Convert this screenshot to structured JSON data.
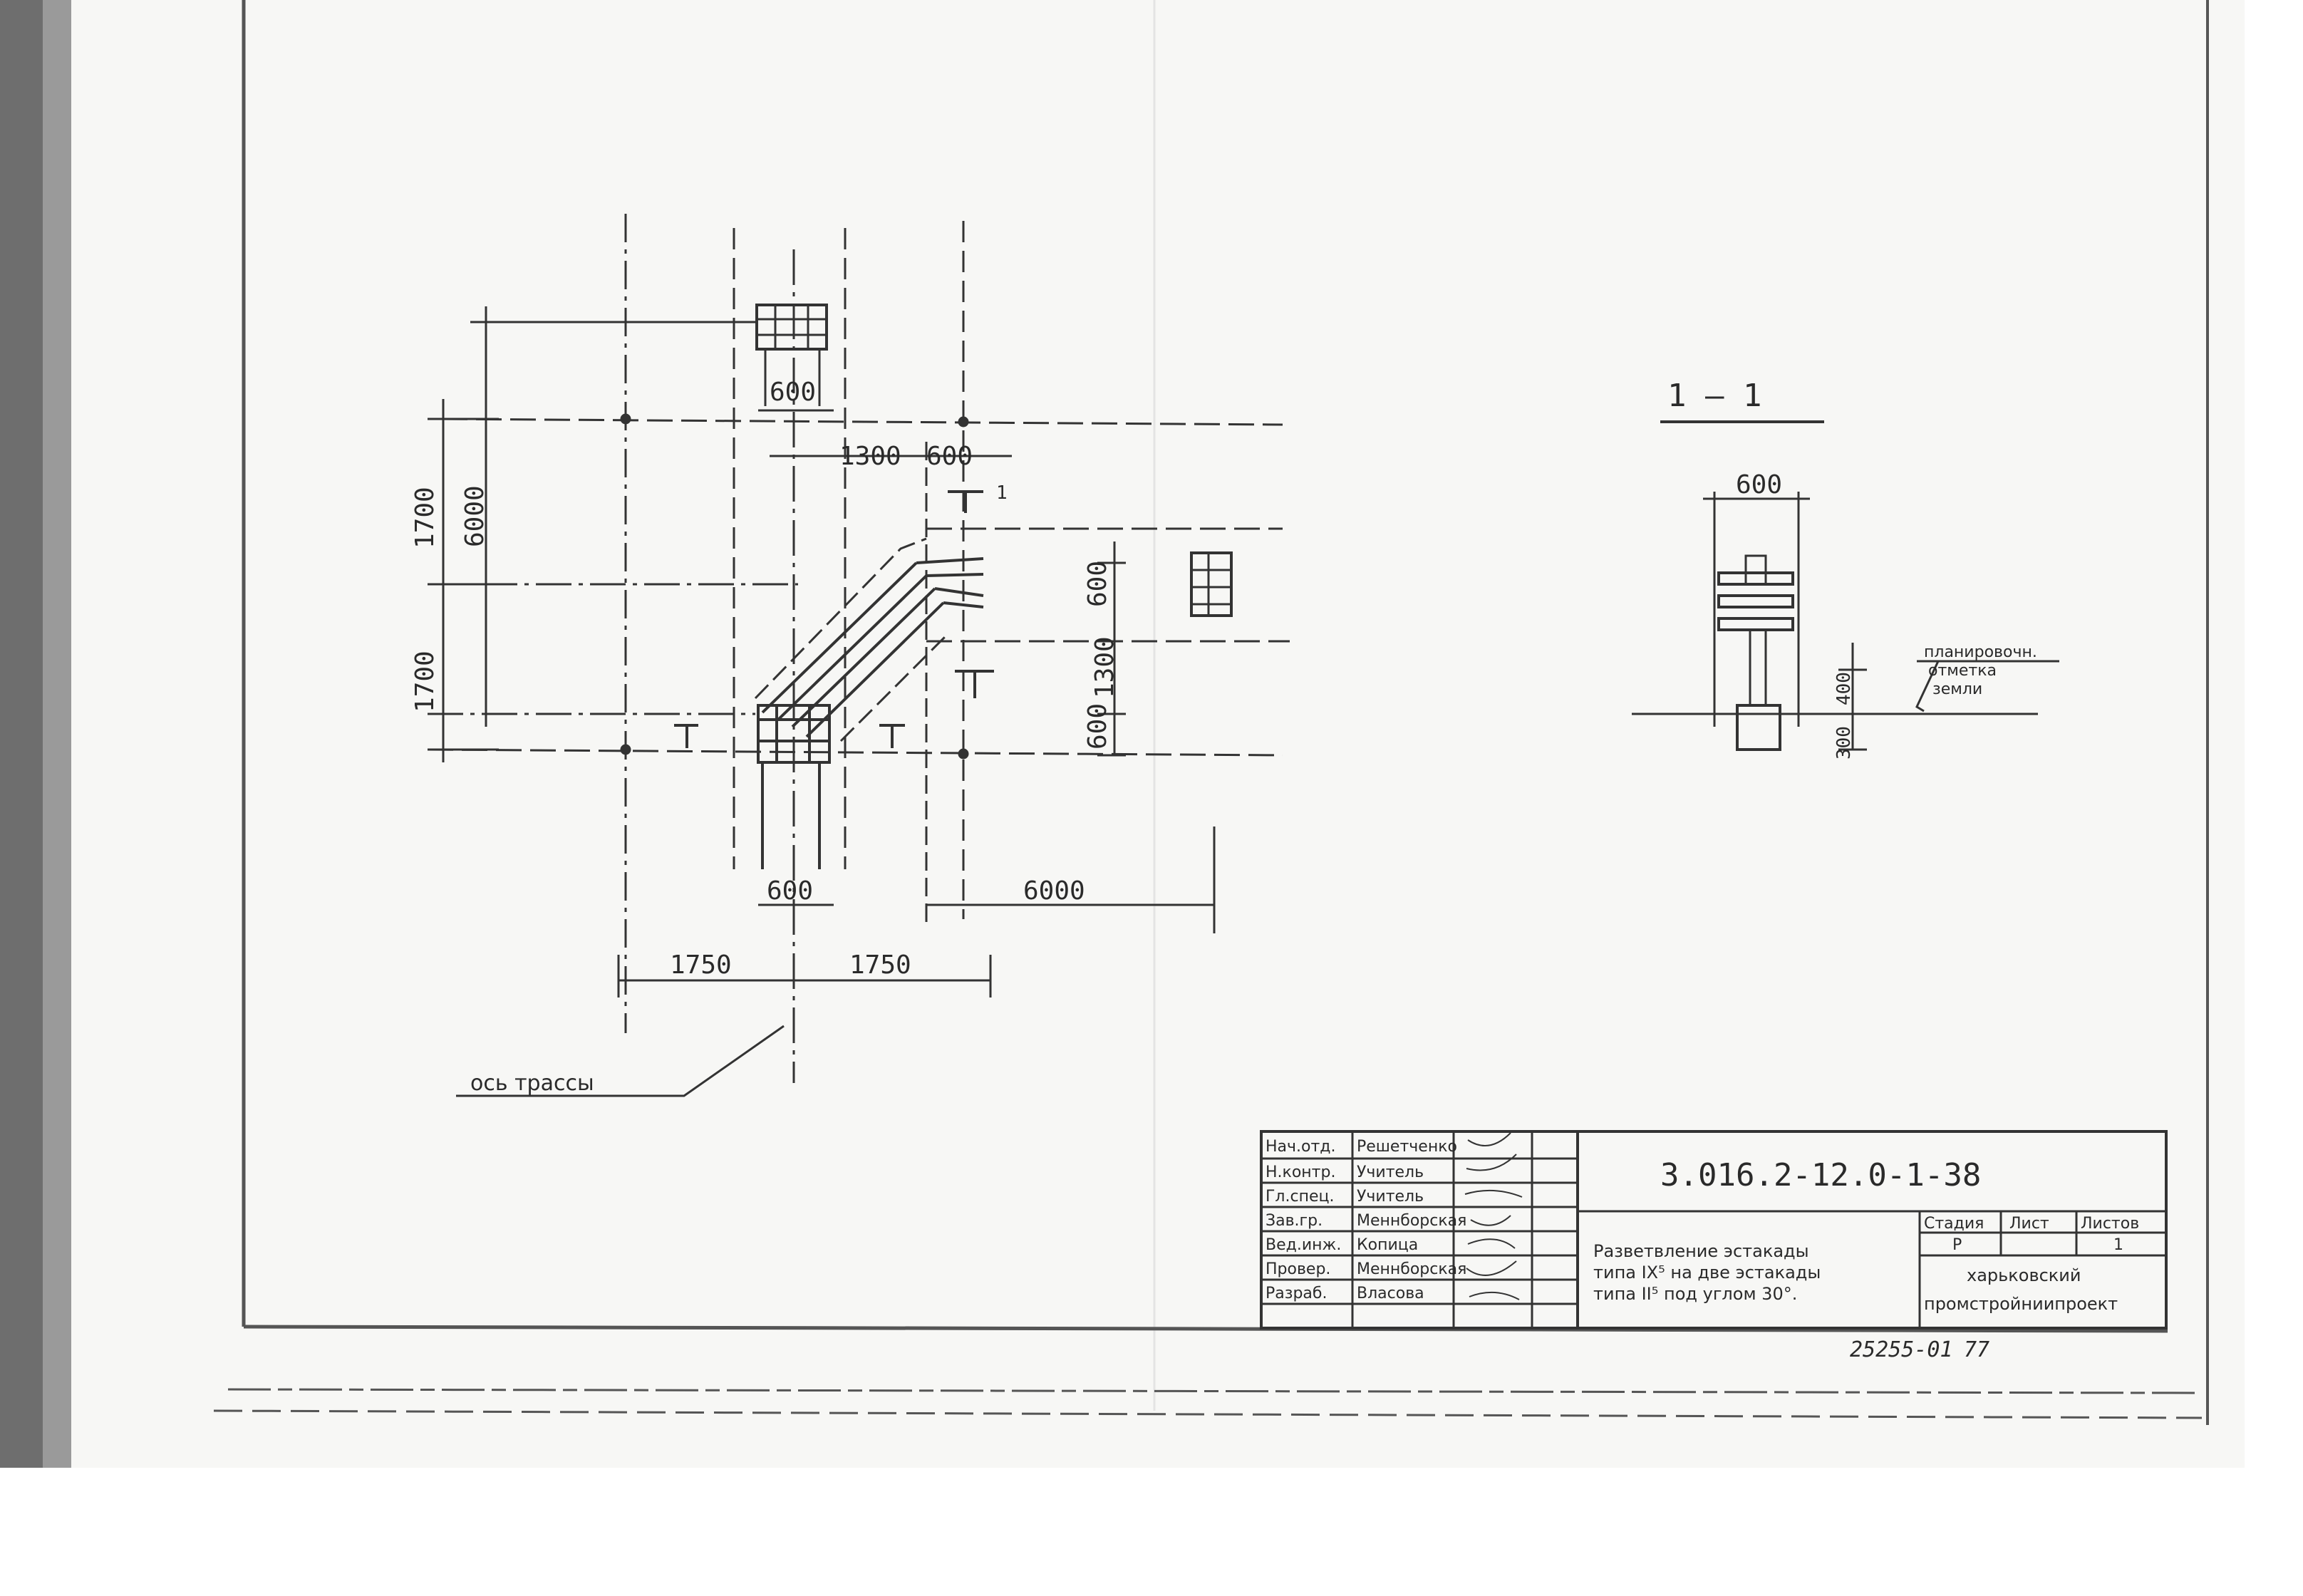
{
  "plan": {
    "dims": {
      "w600_top": "600",
      "d1300_top": "1300",
      "d600_top": "600",
      "h1700_upper": "1700",
      "h6000": "6000",
      "h1700_lower": "1700",
      "v600_right": "600",
      "v1300_right": "1300",
      "v600_low": "600",
      "w600_bottom": "600",
      "w6000_bottom": "6000",
      "w1750_left": "1750",
      "w1750_right": "1750"
    },
    "section_marks": {
      "mark": "1"
    },
    "axis_label": "ось трассы"
  },
  "section": {
    "title": "1 — 1",
    "dim_width": "600",
    "dim_height": "400",
    "dim_depth": "300",
    "ground_label": [
      "планировочн.",
      "отметка",
      "земли"
    ]
  },
  "title_block": {
    "roles": [
      "Нач.отд.",
      "Н.контр.",
      "Гл.спец.",
      "Зав.гр.",
      "Вед.инж.",
      "Провер.",
      "Разраб."
    ],
    "names": [
      "Решетченко",
      "Учитель",
      "Учитель",
      "Меннборская",
      "Копица",
      "Меннборская",
      "Власова"
    ],
    "code": "3.016.2-12.0-1-38",
    "description": [
      "Разветвление эстакады",
      "типа IX⁵ на две эстакады",
      "типа II⁵ под углом 30°."
    ],
    "col_stage": "Стадия",
    "col_sheet": "Лист",
    "col_sheets": "Листов",
    "stage_value": "Р",
    "sheet_value": "",
    "sheets_value": "1",
    "org_line1": "харьковский",
    "org_line2": "промстройниипроект"
  },
  "footer": {
    "archive": "25255-01",
    "page": "77"
  }
}
